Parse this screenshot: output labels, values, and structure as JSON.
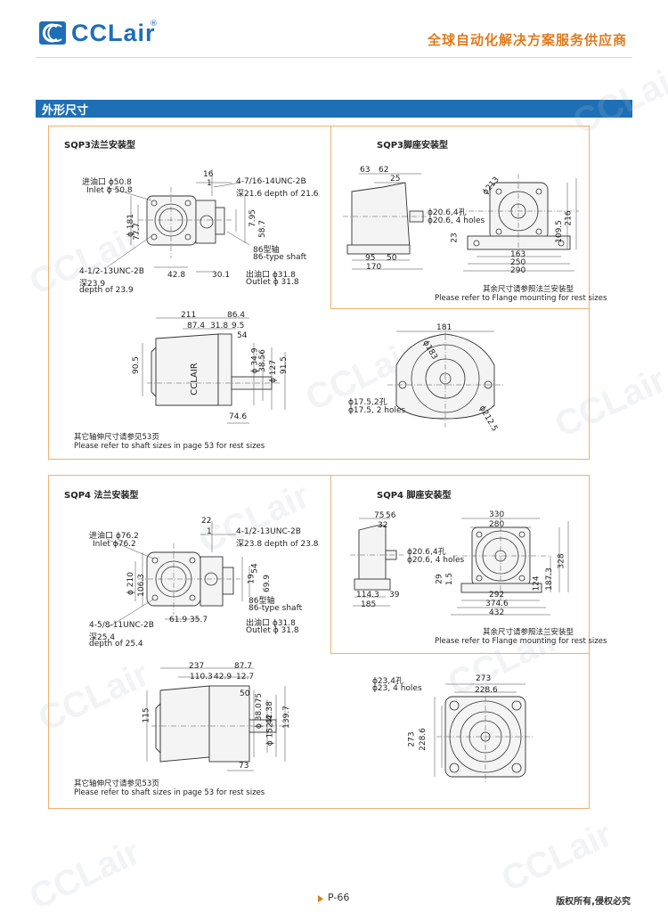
{
  "header": {
    "brand": "CCLair",
    "registered": "®",
    "slogan": "全球自动化解决方案服务供应商"
  },
  "section_title": "外形尺寸",
  "watermark": "CCLair",
  "sqp3": {
    "flange_title": "SQP3法兰安装型",
    "foot_title": "SQP3脚座安装型",
    "flange_labels": {
      "inlet_cn": "进油口 ϕ50.8",
      "inlet_en": "Inlet ϕ 50.8",
      "thread_cn": "4-7/16-14UNC-2B",
      "thread_depth": "深21.6 depth of 21.6",
      "bolt_cn": "4-1/2-13UNC-2B",
      "bolt_depth_cn": "深23.9",
      "bolt_depth_en": "depth of 23.9",
      "shaft_cn": "86型轴",
      "shaft_en": "86-type shaft",
      "outlet_cn": "出油口 ϕ31.8",
      "outlet_en": "Outlet ϕ 31.8",
      "d16": "16",
      "d1": "1",
      "d181": "ϕ 181",
      "d77_7": "77.7",
      "d42_8": "42.8",
      "d30_1": "30.1",
      "d7_95": "7.95",
      "d58_7": "58.7"
    },
    "foot_labels": {
      "hole_cn": "ϕ20.6,4孔",
      "hole_en": "ϕ20.6, 4 holes",
      "d63": "63",
      "d62": "62",
      "d25": "25",
      "d213": "ϕ213",
      "d23": "23",
      "d95": "95",
      "d50": "50",
      "d170": "170",
      "d163": "163",
      "d250": "250",
      "d290": "290",
      "d109_5": "109.5",
      "d216": "216"
    },
    "foot_note_cn": "其余尺寸请参照法兰安装型",
    "foot_note_en": "Please refer to Flange mounting for rest sizes",
    "side_labels": {
      "d211": "211",
      "d86_4": "86.4",
      "d87_4": "87.4",
      "d31_8": "31.8",
      "d9_5": "9.5",
      "d54": "54",
      "d90_5": "90.5",
      "d34_9": "ϕ 34.9",
      "d38_56": "38.56",
      "d127": "ϕ 127",
      "d91_5": "91.5",
      "d74_6": "74.6",
      "body_text": "CCLAIR"
    },
    "front_labels": {
      "d181": "181",
      "d183": "ϕ183",
      "hole_cn": "ϕ17.5,2孔",
      "hole_en": "ϕ17.5, 2 holes",
      "d212_5": "ϕ212.5"
    },
    "shaft_note_cn": "其它轴伸尺寸请参见53页",
    "shaft_note_en": "Please refer to shaft sizes in page 53 for rest sizes"
  },
  "sqp4": {
    "flange_title": "SQP4 法兰安装型",
    "foot_title": "SQP4 脚座安装型",
    "flange_labels": {
      "inlet_cn": "进油口 ϕ76.2",
      "inlet_en": "Inlet ϕ76.2",
      "thread_cn": "4-1/2-13UNC-2B",
      "thread_depth": "深23.8 depth of 23.8",
      "bolt_cn": "4-5/8-11UNC-2B",
      "bolt_depth_cn": "深25.4",
      "bolt_depth_en": "depth of 25.4",
      "shaft_cn": "86型轴",
      "shaft_en": "86-type shaft",
      "outlet_cn": "出油口 ϕ31.8",
      "outlet_en": "Outlet ϕ 31.8",
      "d22": "22",
      "d1": "1",
      "d210": "ϕ 210",
      "d106_3": "106.3",
      "d61_9": "61.9",
      "d35_7": "35.7",
      "d19": "19",
      "d54": "54",
      "d69_9": "69.9"
    },
    "foot_labels": {
      "hole_cn": "ϕ20.6,4孔",
      "hole_en": "ϕ20.6, 4 holes",
      "d75": "75",
      "d56": "56",
      "d32": "32",
      "d330": "330",
      "d280": "280",
      "d29": "29",
      "d1_5": "1.5",
      "d114_3": "114.3",
      "d39": "39",
      "d185": "185",
      "d292": "292",
      "d374_6": "374.6",
      "d432": "432",
      "d124": "124",
      "d187_3": "187.3",
      "d328": "328"
    },
    "foot_note_cn": "其余尺寸请参照法兰安装型",
    "foot_note_en": "Please refer to Flange mounting for rest sizes",
    "side_labels": {
      "d237": "237",
      "d87_7": "87.7",
      "d110_3": "110.3",
      "d42_9": "42.9",
      "d12_7": "12.7",
      "d50": "50",
      "d115": "115",
      "d38_075": "ϕ 38.075",
      "d42_38": "42.38",
      "d152_4": "ϕ 152.4",
      "d139_7": "139.7",
      "d73": "73"
    },
    "front_labels": {
      "hole_cn": "ϕ23,4孔",
      "hole_en": "ϕ23, 4 holes",
      "d273": "273",
      "d228_6": "228.6",
      "d273v": "273",
      "d228_6v": "228.6"
    },
    "shaft_note_cn": "其它轴伸尺寸请参见53页",
    "shaft_note_en": "Please refer to shaft sizes in page 53 for rest sizes"
  },
  "footer": {
    "page": "P-66",
    "rights": "版权所有,侵权必究"
  }
}
